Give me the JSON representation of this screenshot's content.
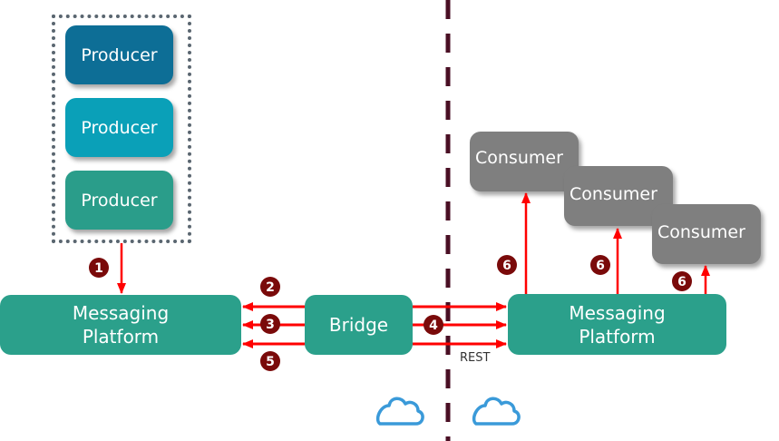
{
  "producers": [
    {
      "label": "Producer",
      "color": "#0d6e96"
    },
    {
      "label": "Producer",
      "color": "#0aa0b8"
    },
    {
      "label": "Producer",
      "color": "#2a9d8a"
    }
  ],
  "left_platform": {
    "label_line1": "Messaging",
    "label_line2": "Platform"
  },
  "bridge": {
    "label": "Bridge"
  },
  "right_platform": {
    "label_line1": "Messaging",
    "label_line2": "Platform"
  },
  "consumers": [
    {
      "label": "Consumer"
    },
    {
      "label": "Consumer"
    },
    {
      "label": "Consumer"
    }
  ],
  "rest_label": "REST",
  "steps": [
    "1",
    "2",
    "3",
    "4",
    "5",
    "6",
    "6",
    "6"
  ],
  "icons": [
    "cloud-icon",
    "cloud-icon"
  ],
  "colors": {
    "arrow": "#ff0000",
    "badge": "#7a0a0a",
    "divider": "#4a0f24",
    "cloud": "#3a9ad9",
    "platform": "#2ba08b",
    "consumer": "#7f7f7f"
  }
}
